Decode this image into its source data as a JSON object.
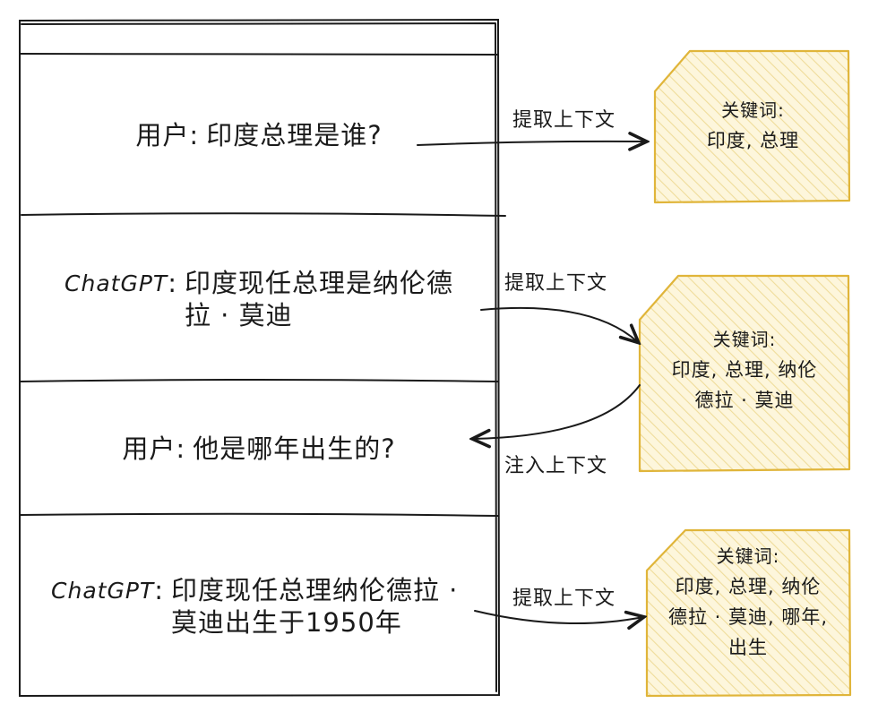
{
  "conversation": [
    {
      "speaker": "用户",
      "message": "印度总理是谁?"
    },
    {
      "speaker": "ChatGPT",
      "message": "印度现任总理是纳伦德拉 · 莫迪"
    },
    {
      "speaker": "用户",
      "message": "他是哪年出生的?"
    },
    {
      "speaker": "ChatGPT",
      "message": "印度现任总理纳伦德拉 · 莫迪出生于1950年"
    }
  ],
  "colon": ":",
  "arrow_labels": {
    "extract_1": "提取上下文",
    "extract_2": "提取上下文",
    "inject": "注入上下文",
    "extract_3": "提取上下文"
  },
  "keyword_notes": [
    {
      "title": "关键词:",
      "lines": [
        "印度, 总理"
      ]
    },
    {
      "title": "关键词:",
      "lines": [
        "印度, 总理, 纳伦",
        "德拉 · 莫迪"
      ]
    },
    {
      "title": "关键词:",
      "lines": [
        "印度, 总理, 纳伦",
        "德拉 · 莫迪, 哪年,",
        "出生"
      ]
    }
  ],
  "colors": {
    "note_fill": "#fdf6dc",
    "note_hatch": "#efdc9a",
    "note_border": "#e0b53a",
    "stroke": "#1a1a1a"
  }
}
